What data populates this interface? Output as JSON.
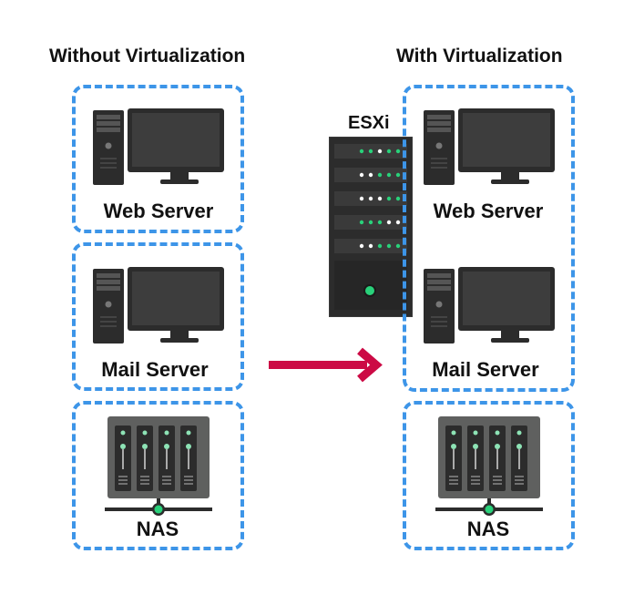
{
  "headings": {
    "without": "Without Virtualization",
    "with": "With Virtualization"
  },
  "hypervisor": {
    "label": "ESXi"
  },
  "without": {
    "web": "Web Server",
    "mail": "Mail Server",
    "nas": "NAS"
  },
  "with": {
    "web": "Web Server",
    "mail": "Mail Server",
    "nas": "NAS"
  },
  "colors": {
    "dashed_border": "#3d95e8",
    "arrow": "#cc0a45",
    "device_dark": "#2c2c2c",
    "screen": "#3d3d3d",
    "led_green": "#29d17a"
  },
  "icons": [
    "computer-icon",
    "nas-icon",
    "server-rack-icon",
    "arrow-right-icon"
  ]
}
